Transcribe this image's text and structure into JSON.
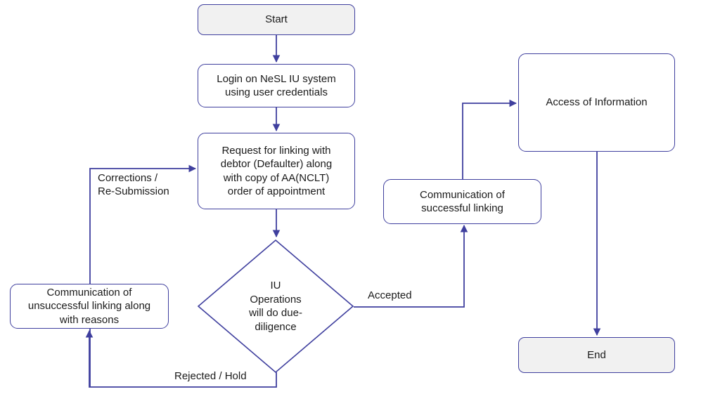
{
  "diagram": {
    "title": "NeSL IU Linking Process Flowchart",
    "accent_color": "#3f3f9e",
    "terminator_fill": "#f1f1f1",
    "process_fill": "#ffffff",
    "text_color": "#1a1a1a"
  },
  "nodes": {
    "start": {
      "label": "Start",
      "shape": "terminator"
    },
    "login": {
      "label": "Login on NeSL IU system\nusing user credentials",
      "shape": "process"
    },
    "request": {
      "label": "Request for linking with\ndebtor (Defaulter) along\nwith copy of AA(NCLT)\norder of appointment",
      "shape": "process"
    },
    "decision": {
      "label": "IU\nOperations\nwill do due-\ndiligence",
      "shape": "decision"
    },
    "unsuccessful": {
      "label": "Communication of\nunsuccessful linking along\nwith reasons",
      "shape": "process"
    },
    "successful": {
      "label": "Communication  of\nsuccessful linking",
      "shape": "process"
    },
    "access": {
      "label": "Access of Information",
      "shape": "process"
    },
    "end": {
      "label": "End",
      "shape": "terminator"
    }
  },
  "edge_labels": {
    "corrections": "Corrections /\nRe-Submission",
    "accepted": "Accepted",
    "rejected": "Rejected / Hold"
  }
}
